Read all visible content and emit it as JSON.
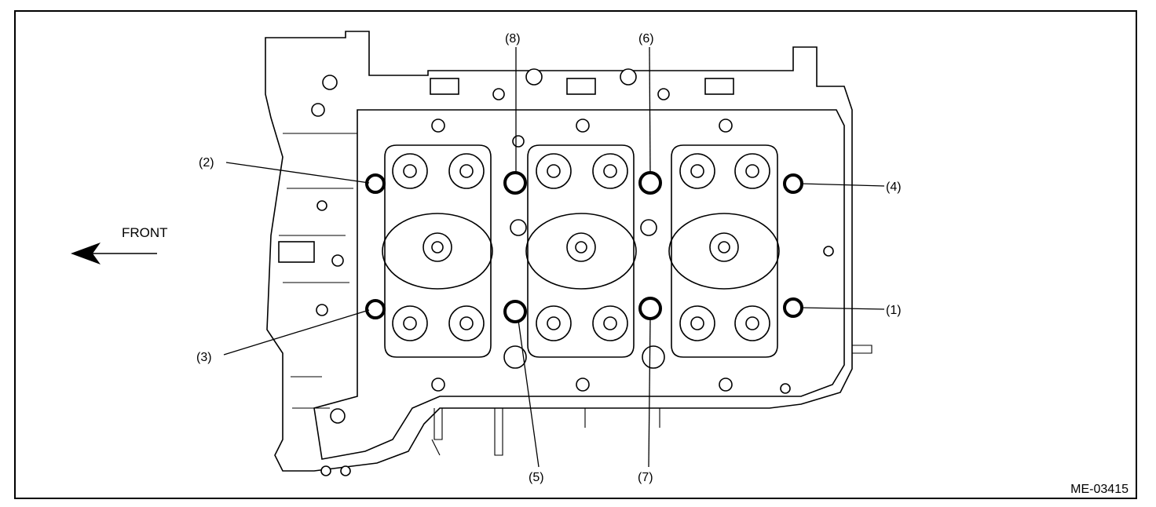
{
  "diagram": {
    "direction_label": "FRONT",
    "figure_code": "ME-03415",
    "callouts": [
      {
        "id": "1",
        "label": "(1)"
      },
      {
        "id": "2",
        "label": "(2)"
      },
      {
        "id": "3",
        "label": "(3)"
      },
      {
        "id": "4",
        "label": "(4)"
      },
      {
        "id": "5",
        "label": "(5)"
      },
      {
        "id": "6",
        "label": "(6)"
      },
      {
        "id": "7",
        "label": "(7)"
      },
      {
        "id": "8",
        "label": "(8)"
      }
    ]
  }
}
